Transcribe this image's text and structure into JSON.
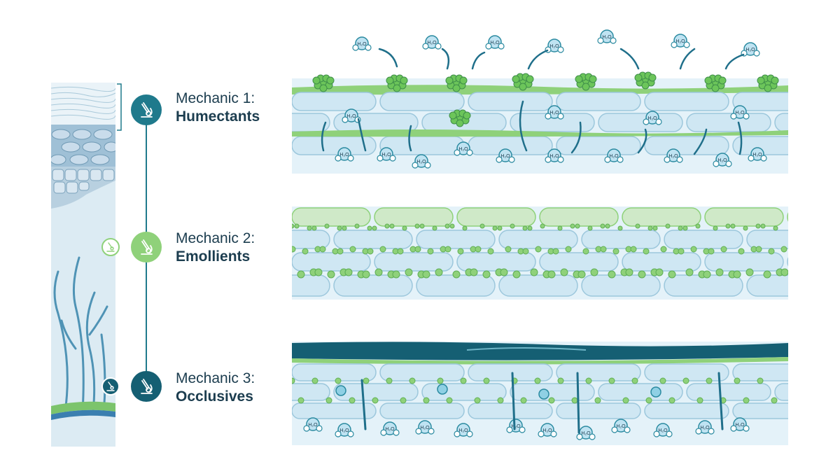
{
  "colors": {
    "teal_dark": "#155f73",
    "teal_mid": "#2a8aa0",
    "green_light": "#8fd17a",
    "green_bright": "#6cc55a",
    "cell_blue": "#cfe7f3",
    "cell_edge": "#9cc7dc",
    "bg_blue": "#e4f2f9",
    "text_dark": "#1c3d4f"
  },
  "mechanics": [
    {
      "prefix": "Mechanic 1:",
      "name": "Humectants",
      "icon": "microscope-icon",
      "node_color": "#1f7a8c"
    },
    {
      "prefix": "Mechanic 2:",
      "name": "Emollients",
      "icon": "microscope-icon",
      "node_color": "#8fd17a"
    },
    {
      "prefix": "Mechanic 3:",
      "name": "Occlusives",
      "icon": "microscope-icon",
      "node_color": "#155f73"
    }
  ],
  "molecule_label": "H₂O"
}
